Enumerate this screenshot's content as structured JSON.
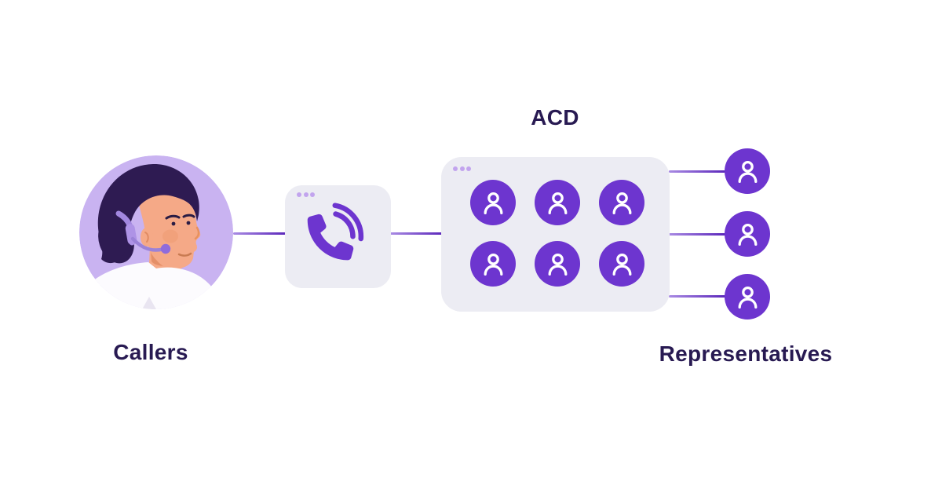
{
  "diagram": {
    "acd_title": "ACD",
    "callers_label": "Callers",
    "representatives_label": "Representatives",
    "acd_agent_count": 6,
    "representative_count": 3,
    "icons": {
      "caller": "person-with-headset-illustration",
      "phone_card": "phone-ringing-icon",
      "acd_slot": "person-icon",
      "representative": "person-icon",
      "card_corner": "window-dots-icon"
    },
    "colors": {
      "accent_purple": "#6D35CF",
      "avatar_bg": "#C9B3F1",
      "card_bg": "#ECECF3",
      "window_dots": "#C2A4EE",
      "connector_light": "#A98BE3",
      "connector_dark": "#5C28BB",
      "label_text": "#281A52",
      "hair": "#2E1B52",
      "skin": "#F5A987",
      "shirt": "#FCFBFE",
      "headset": "#9B7FDB",
      "person_icon": "#FFFFFF"
    }
  }
}
